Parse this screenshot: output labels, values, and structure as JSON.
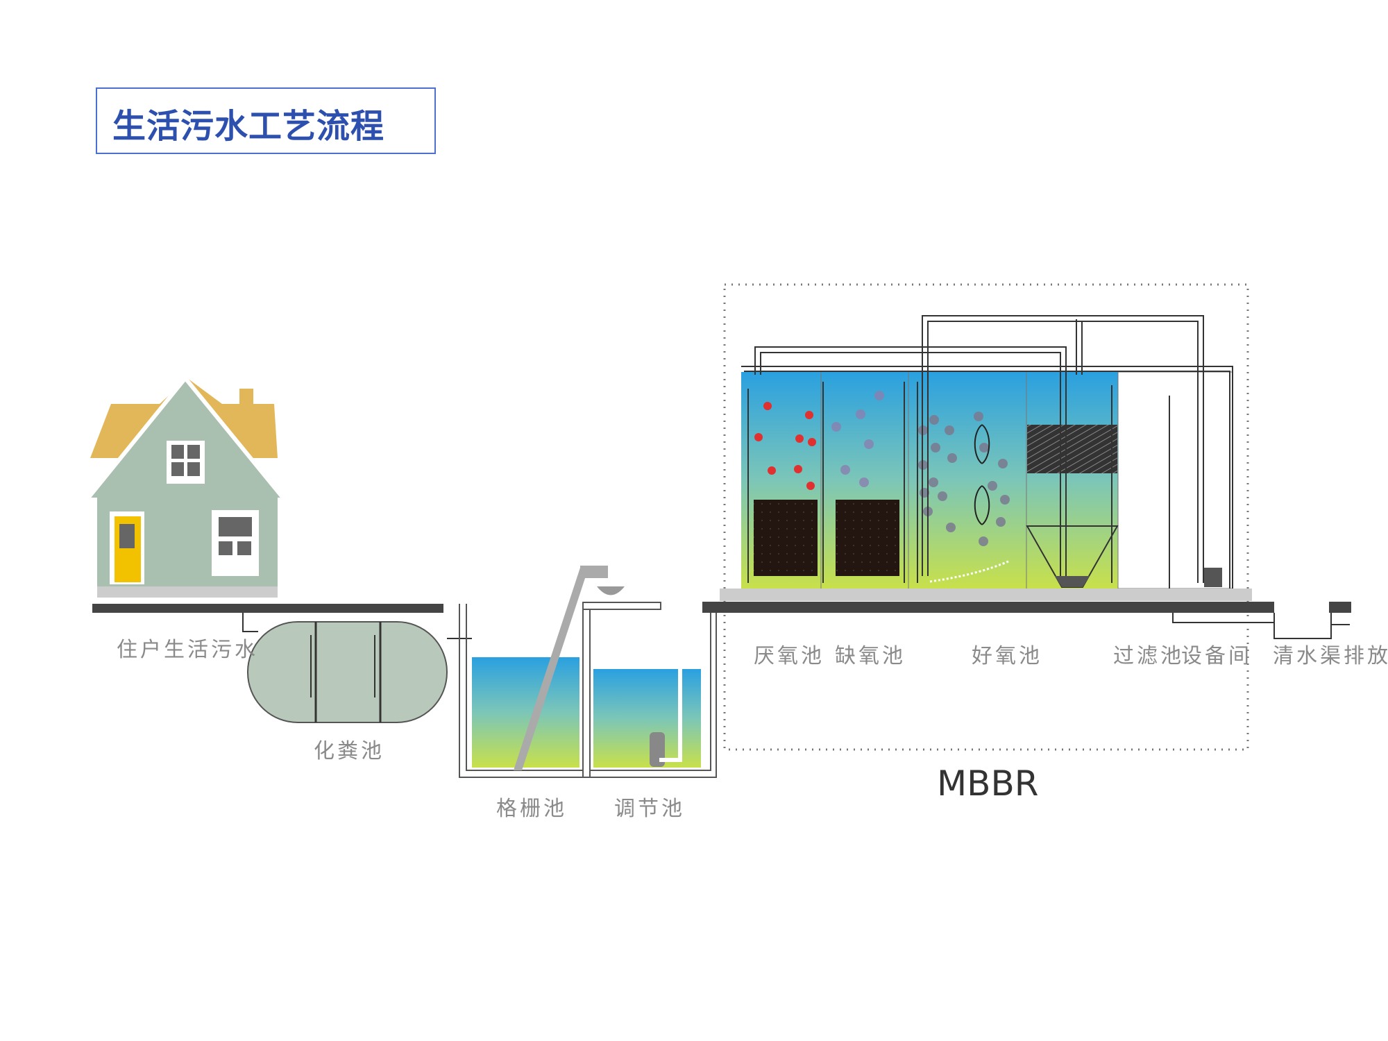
{
  "title": "生活污水工艺流程",
  "labels": {
    "household_sewage": "住户生活污水",
    "septic_tank": "化粪池",
    "grid_tank": "格栅池",
    "regulating_tank": "调节池",
    "anaerobic_tank": "厌氧池",
    "anoxic_tank": "缺氧池",
    "aerobic_tank": "好氧池",
    "filter_tank": "过滤池",
    "equipment_room": "设备间",
    "clear_water_discharge": "清水渠排放",
    "process_name": "MBBR"
  },
  "colors": {
    "title": "#2d4fae",
    "water_top": "#2aa0e0",
    "water_bottom": "#c8e04a",
    "roof": "#e2b75a",
    "house": "#a9bfb0",
    "door": "#f2c200"
  }
}
